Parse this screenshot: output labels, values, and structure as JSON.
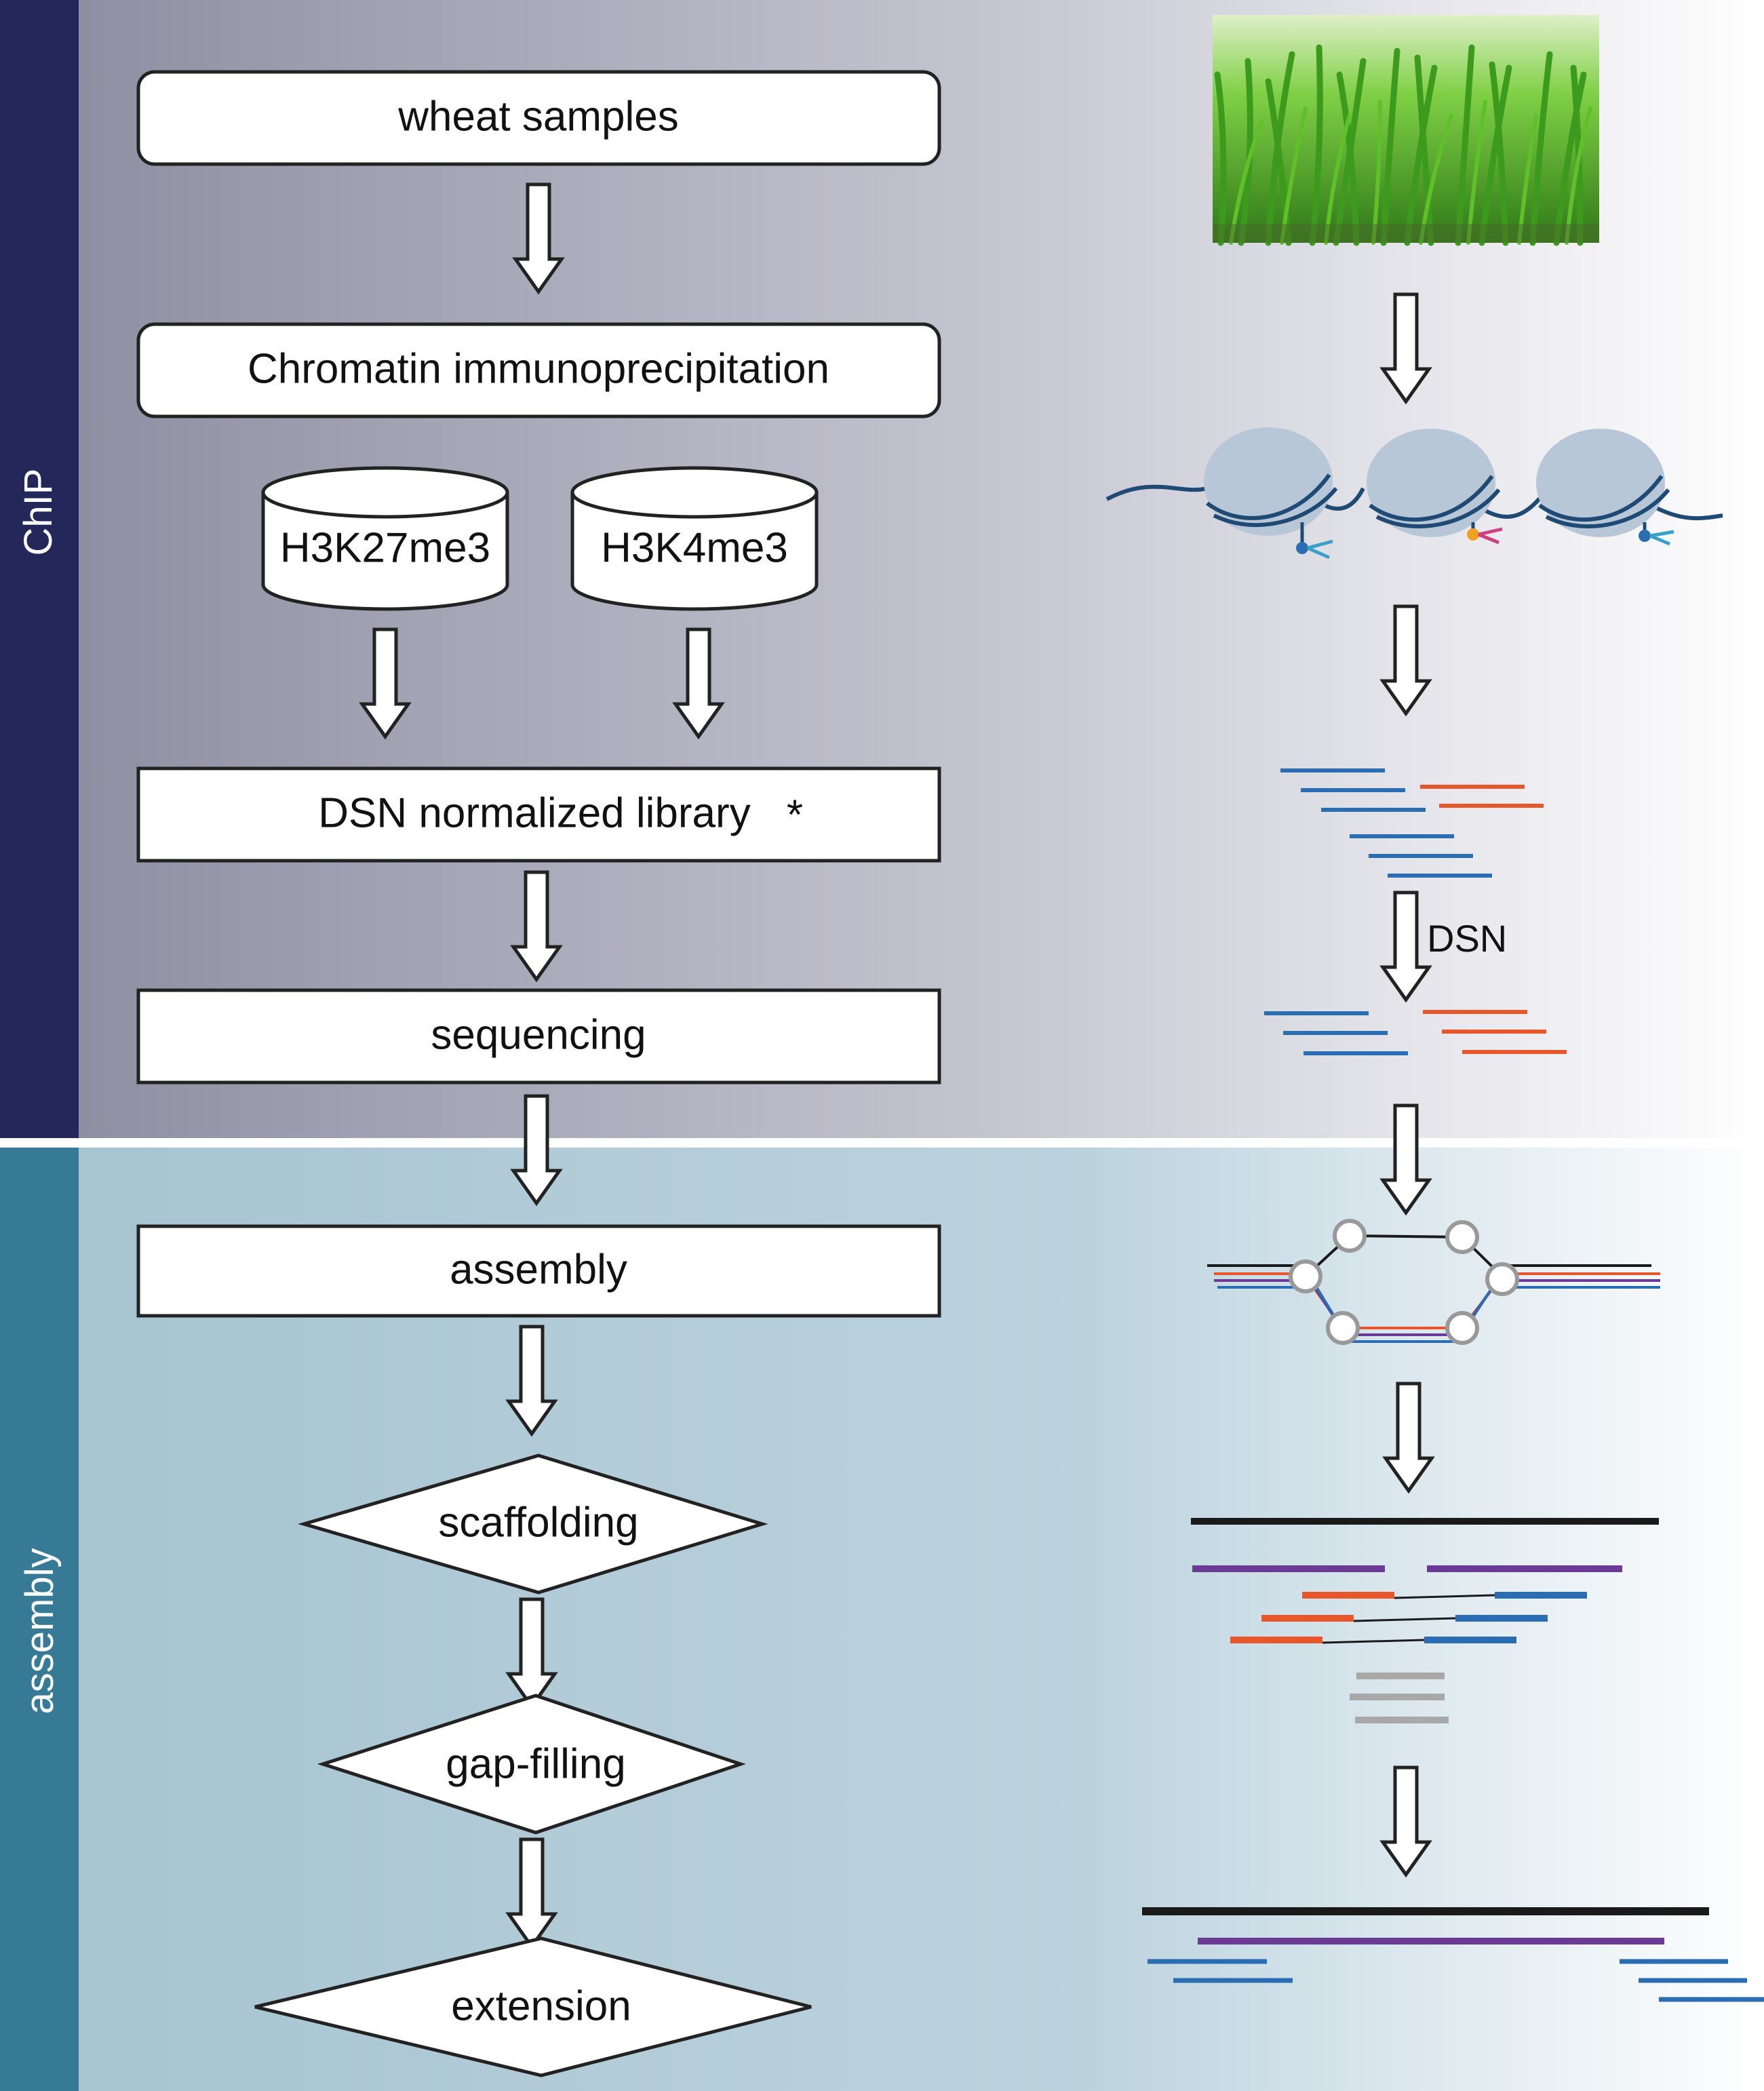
{
  "side_labels": {
    "chip": "ChIP",
    "assembly": "assembly"
  },
  "flow": {
    "wheat_samples": "wheat samples",
    "chromatin_ip": "Chromatin immunoprecipitation",
    "h3k27me3": "H3K27me3",
    "h3k4me3": "H3K4me3",
    "dsn_library": "DSN normalized library",
    "dsn_library_mark": "*",
    "sequencing": "sequencing",
    "assembly": "assembly",
    "scaffolding": "scaffolding",
    "gap_filling": "gap-filling",
    "extension": "extension"
  },
  "illustration": {
    "dsn_step_label": "DSN",
    "wheat_image": "wheat-grass-photo",
    "nucleosomes": "nucleosome-chain-with-histone-marks",
    "reads_before": "sequencing-reads-before-normalization",
    "reads_after": "sequencing-reads-after-normalization",
    "assembly_graph": "de-bruijn-graph-bubble",
    "scaffold_reads": "paired-end-scaffold-reads",
    "final_contig": "extended-contig"
  },
  "colors": {
    "chip_band": "#23275a",
    "assembly_band": "#377a95",
    "read_blue": "#2a6db3",
    "read_orange": "#e8562c",
    "read_purple": "#6a3a95",
    "read_gray": "#a8a8a8",
    "contig_black": "#1a1a1a"
  }
}
